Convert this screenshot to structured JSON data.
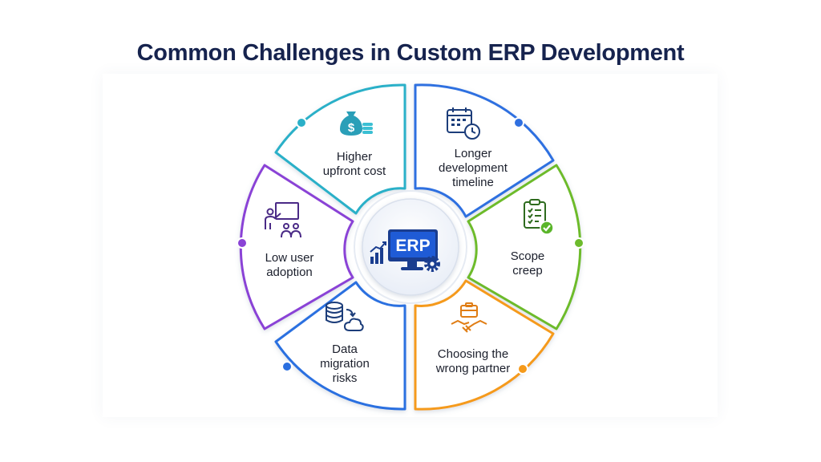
{
  "title": "Common Challenges in Custom ERP Development",
  "center": {
    "label": "ERP"
  },
  "segments": [
    {
      "id": "cost",
      "lines": [
        "Higher",
        "upfront cost"
      ],
      "color": "#2bb0c8",
      "icon": "money-bag-icon"
    },
    {
      "id": "timeline",
      "lines": [
        "Longer",
        "development",
        "timeline"
      ],
      "color": "#2f6fe0",
      "icon": "calendar-clock-icon"
    },
    {
      "id": "scope",
      "lines": [
        "Scope",
        "creep"
      ],
      "color": "#6dbb2c",
      "icon": "checklist-icon"
    },
    {
      "id": "partner",
      "lines": [
        "Choosing the",
        "wrong partner"
      ],
      "color": "#f59a1b",
      "icon": "handshake-icon"
    },
    {
      "id": "migration",
      "lines": [
        "Data",
        "migration",
        "risks"
      ],
      "color": "#2a6fe0",
      "icon": "database-cloud-icon"
    },
    {
      "id": "adoption",
      "lines": [
        "Low user",
        "adoption"
      ],
      "color": "#8a43d6",
      "icon": "presentation-icon"
    }
  ],
  "colors": {
    "title": "#16234e",
    "center_dark": "#1a3d8f",
    "center_screen": "#1f5bd6"
  }
}
